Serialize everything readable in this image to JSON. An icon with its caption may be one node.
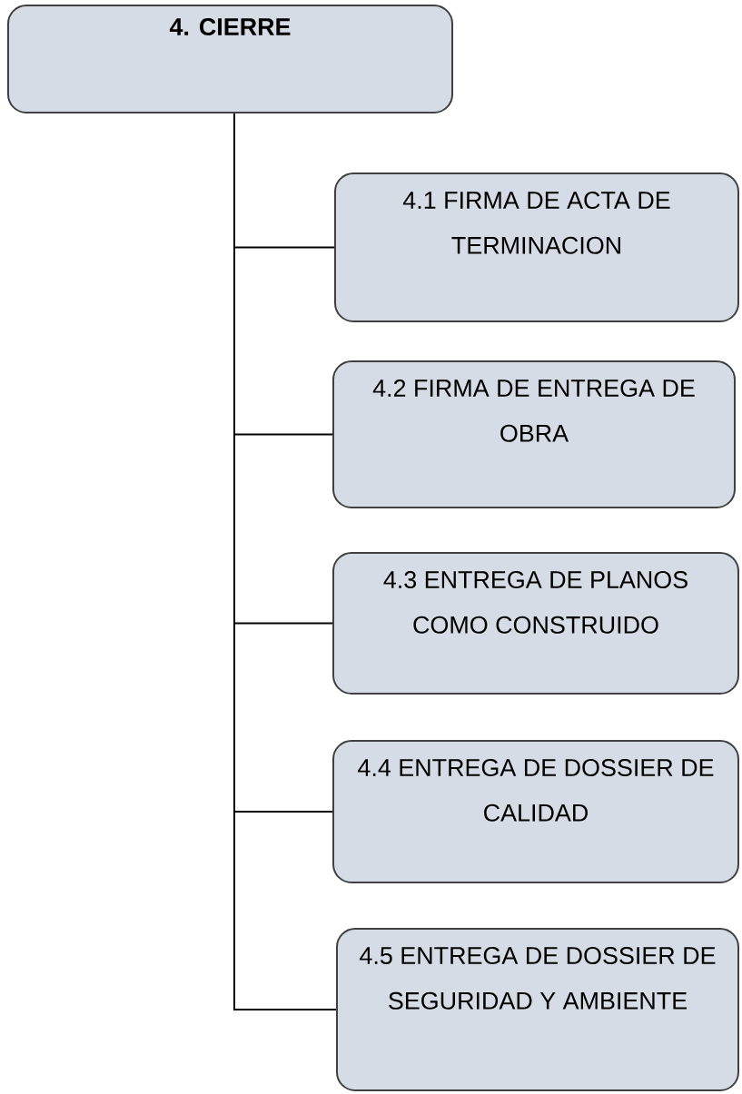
{
  "diagram": {
    "nodes": [
      {
        "text": [
          "4. CIERRE"
        ]
      },
      {
        "text": [
          "4.1 FIRMA DE ACTA DE TERMINACION"
        ]
      },
      {
        "text": [
          "4.2 FIRMA DE ENTREGA DE OBRA"
        ]
      },
      {
        "text": [
          "4.3 ENTREGA DE PLANOS COMO CONSTRUIDO"
        ]
      },
      {
        "text": [
          "4.4 ENTREGA DE DOSSIER DE CALIDAD"
        ]
      },
      {
        "text": [
          "4.5 ENTREGA DE DOSSIER DE SEGURIDAD Y AMBIENTE"
        ]
      }
    ],
    "edges": [
      {
        "from": 0,
        "to": 1,
        "arrow": "none"
      },
      {
        "from": 0,
        "to": 2,
        "arrow": "none"
      },
      {
        "from": 0,
        "to": 3,
        "arrow": "none"
      },
      {
        "from": 0,
        "to": 4,
        "arrow": "none"
      },
      {
        "from": 0,
        "to": 5,
        "arrow": "none"
      }
    ]
  }
}
